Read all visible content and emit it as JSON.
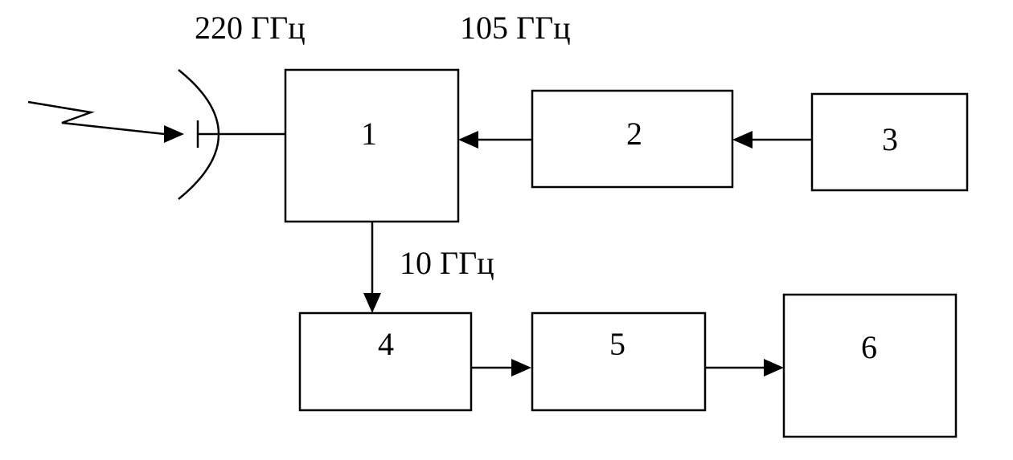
{
  "frequency_labels": {
    "input": "220 ГГц",
    "local_oscillator": "105 ГГц",
    "intermediate": "10 ГГц"
  },
  "blocks": {
    "b1": "1",
    "b2": "2",
    "b3": "3",
    "b4": "4",
    "b5": "5",
    "b6": "6"
  },
  "icons": {
    "antenna": "parabolic-antenna-icon",
    "signal": "incoming-signal-zigzag-icon"
  },
  "colors": {
    "stroke": "#000000",
    "background": "#ffffff"
  }
}
